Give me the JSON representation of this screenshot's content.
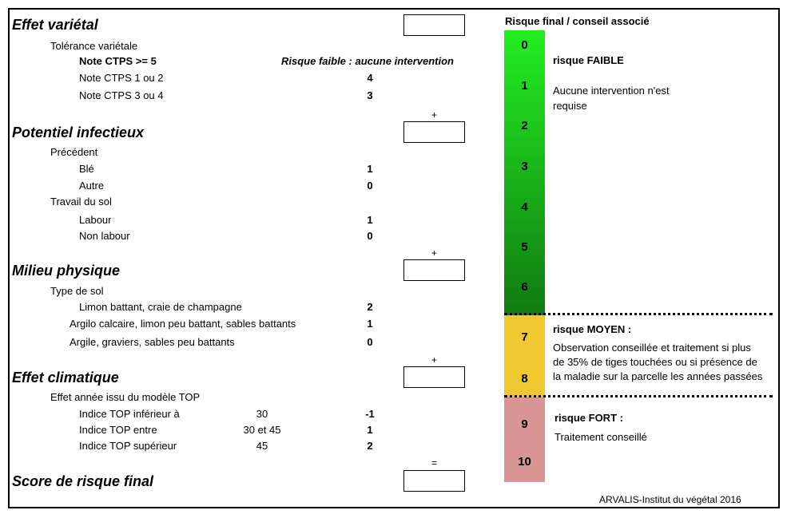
{
  "colors": {
    "green_top": "#22ee22",
    "green_bottom": "#117a11",
    "yellow": "#f0c830",
    "red": "#d99494"
  },
  "sections": {
    "varietal": {
      "title": "Effet variétal",
      "sub": "Tolérance variétale",
      "row1_label": "Note CTPS >= 5",
      "row1_note": "Risque faible : aucune intervention",
      "row2_label": "Note CTPS 1 ou 2",
      "row2_val": "4",
      "row3_label": "Note CTPS 3 ou 4",
      "row3_val": "3"
    },
    "infectious": {
      "title": "Potentiel infectieux",
      "sub1": "Précédent",
      "r1_label": "Blé",
      "r1_val": "1",
      "r2_label": "Autre",
      "r2_val": "0",
      "sub2": "Travail du sol",
      "r3_label": "Labour",
      "r3_val": "1",
      "r4_label": "Non labour",
      "r4_val": "0"
    },
    "physical": {
      "title": "Milieu physique",
      "sub": "Type de sol",
      "r1_label": "Limon  battant, craie de champagne",
      "r1_val": "2",
      "r2_label": "Argilo calcaire, limon peu battant, sables battants",
      "r2_val": "1",
      "r3_label": "Argile, graviers, sables peu battants",
      "r3_val": "0"
    },
    "climatic": {
      "title": "Effet climatique",
      "sub": "Effet année issu du modèle TOP",
      "r1_label": "Indice TOP inférieur à",
      "r1_mid": "30",
      "r1_val": "-1",
      "r2_label": "Indice TOP entre",
      "r2_mid": "30 et 45",
      "r2_val": "1",
      "r3_label": "Indice TOP supérieur",
      "r3_mid": "45",
      "r3_val": "2"
    },
    "final": {
      "title": "Score de risque final"
    }
  },
  "operators": {
    "plus": "+",
    "equals": "="
  },
  "scale": {
    "header": "Risque final /  conseil associé",
    "levels": [
      "0",
      "1",
      "2",
      "3",
      "4",
      "5",
      "6",
      "7",
      "8",
      "9",
      "10"
    ],
    "low_title": "risque FAIBLE",
    "low_text_1": "Aucune intervention n'est",
    "low_text_2": "requise",
    "mid_title": "risque MOYEN :",
    "mid_text_1": "Observation conseillée et traitement si plus",
    "mid_text_2": "de 35% de tiges touchées ou si présence de",
    "mid_text_3": "la maladie sur la parcelle les années passées",
    "high_title": "risque FORT :",
    "high_text_1": "Traitement conseillé"
  },
  "credit": "ARVALIS-Institut du végétal 2016"
}
